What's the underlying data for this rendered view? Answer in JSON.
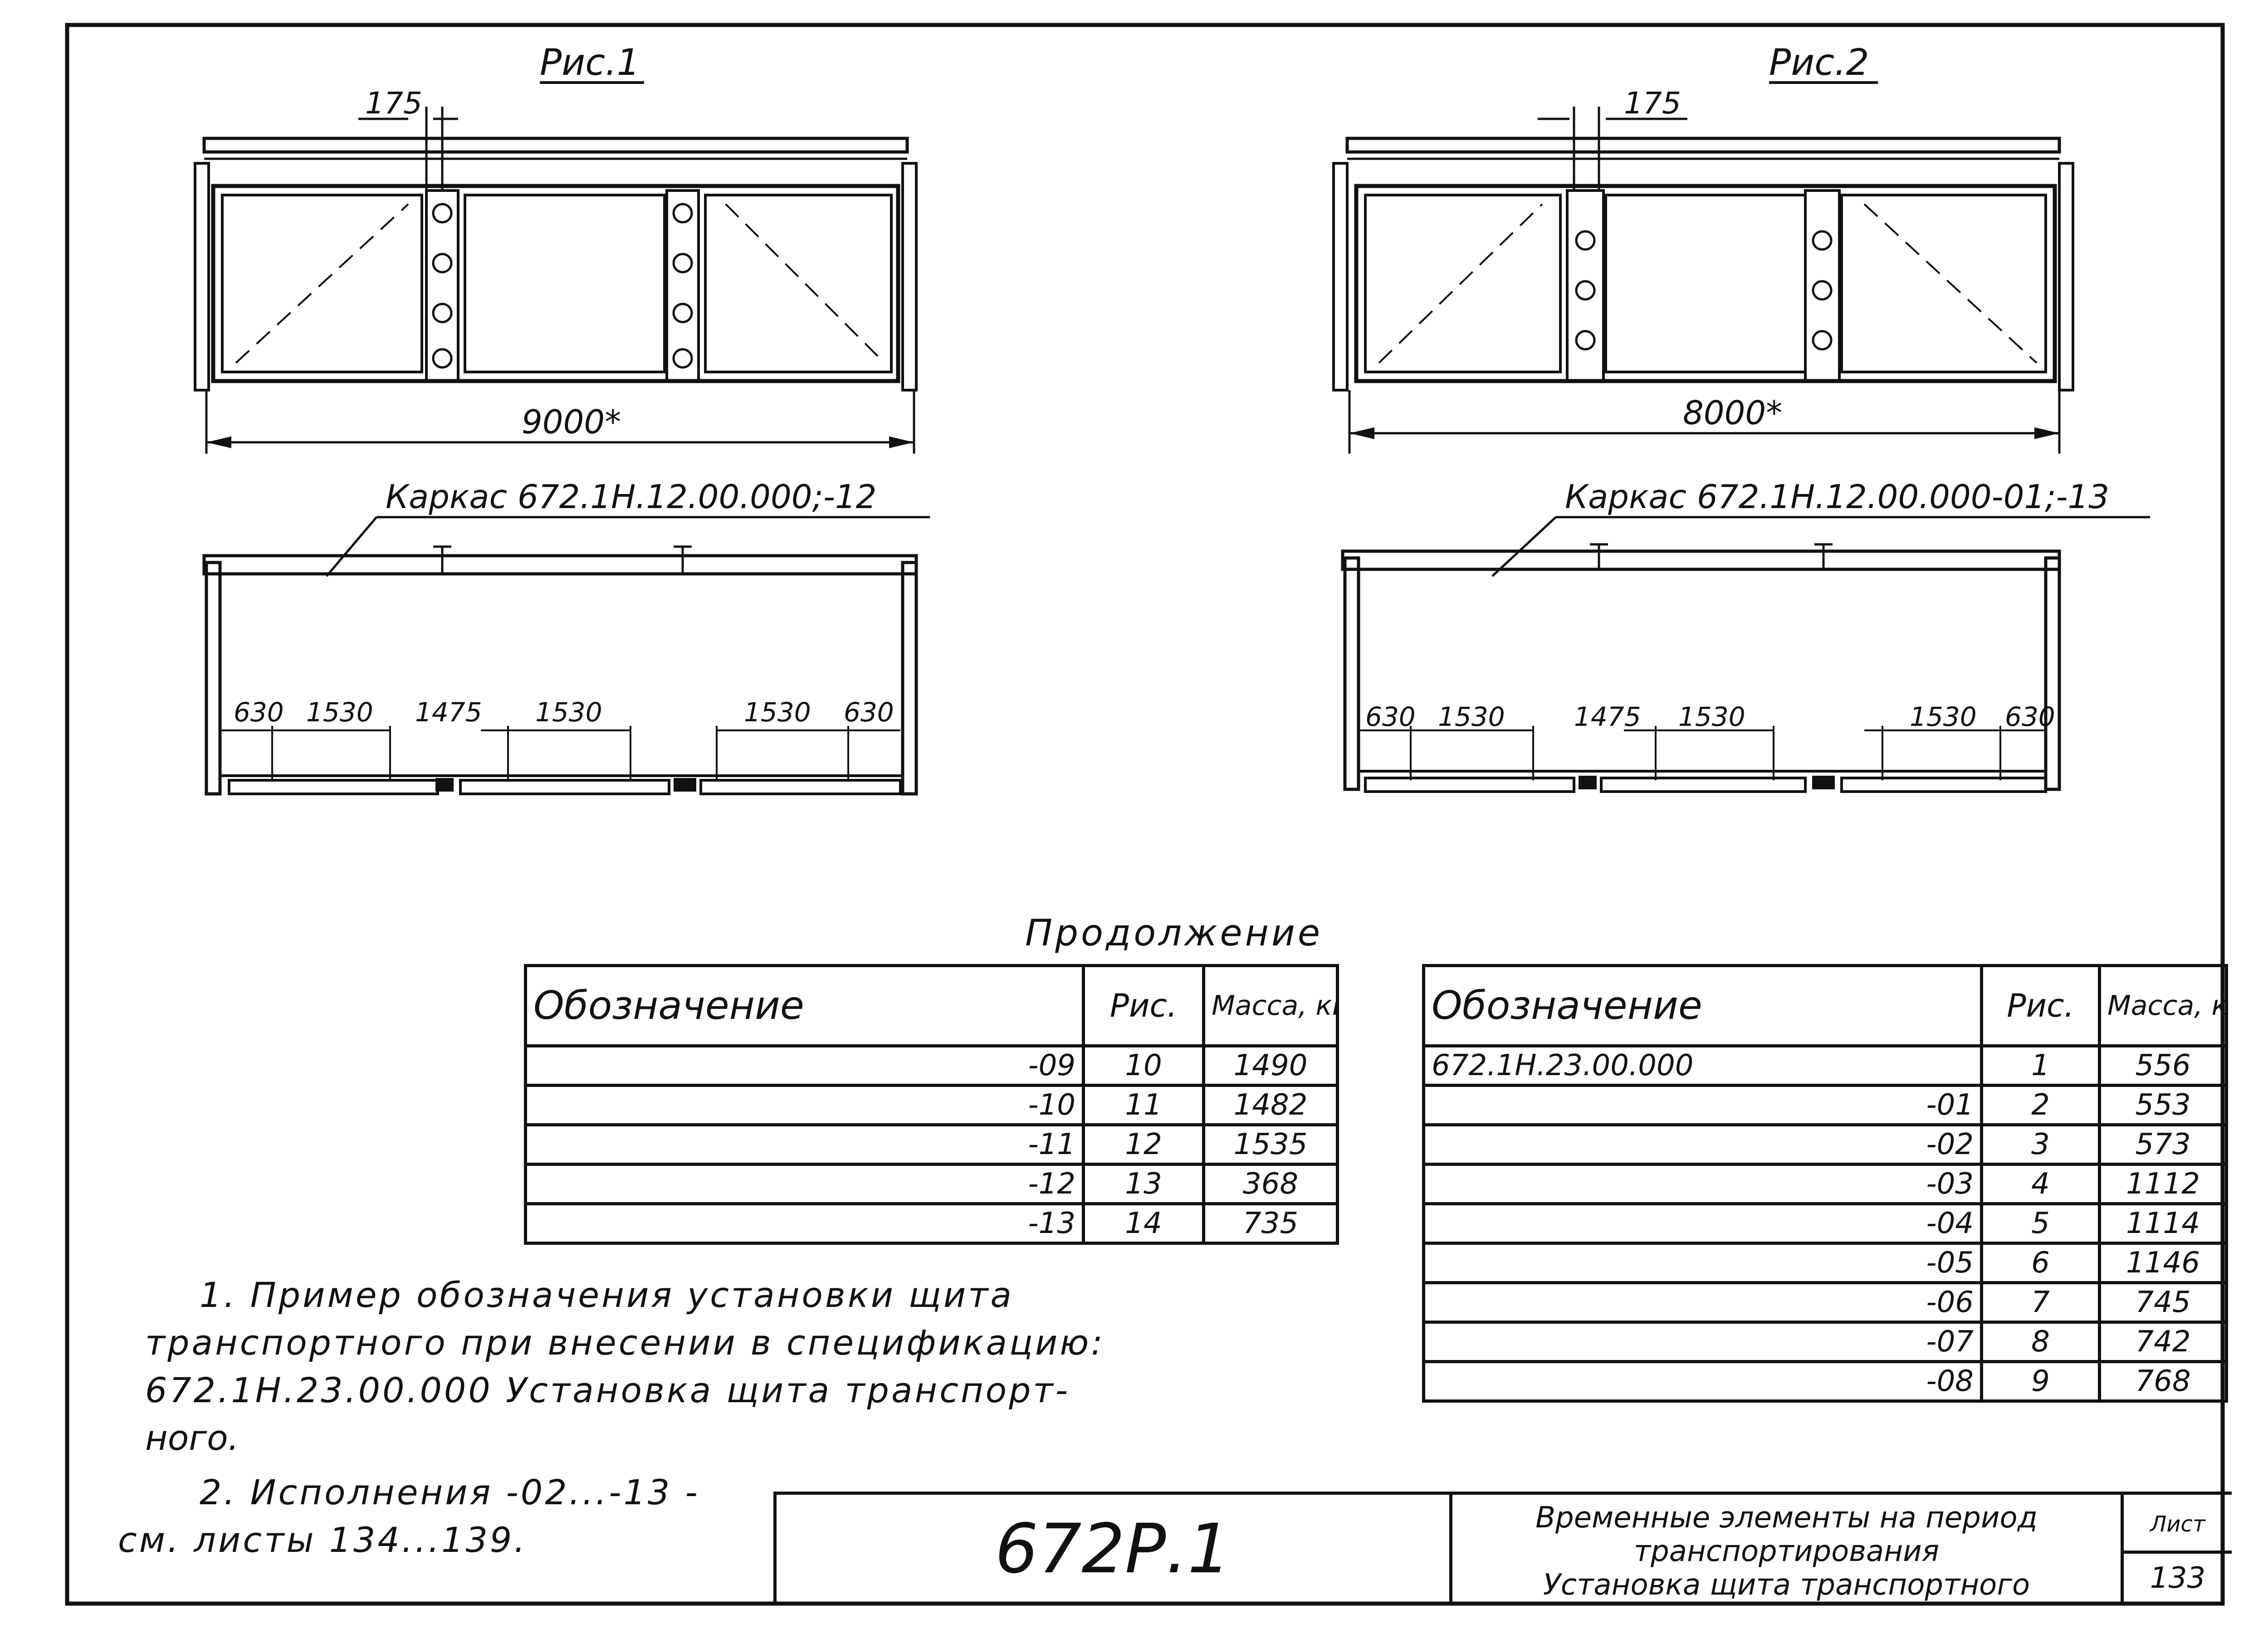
{
  "fig1": {
    "title": "Рис.1",
    "dim_top": "175",
    "dim_total": "9000*",
    "frame_label": "Каркас 672.1Н.12.00.000;-12",
    "dims_bottom": [
      "630",
      "1530",
      "1475",
      "1530",
      "1530",
      "630"
    ]
  },
  "fig2": {
    "title": "Рис.2",
    "dim_top": "175",
    "dim_total": "8000*",
    "frame_label": "Каркас 672.1Н.12.00.000-01;-13",
    "dims_bottom": [
      "630",
      "1530",
      "1475",
      "1530",
      "1530",
      "630"
    ]
  },
  "continuation_label": "Продолжение",
  "table_left": {
    "headers": [
      "Обозначение",
      "Рис.",
      "Масса, кг"
    ],
    "rows": [
      {
        "designation": "-09",
        "fig": "10",
        "mass": "1490"
      },
      {
        "designation": "-10",
        "fig": "11",
        "mass": "1482"
      },
      {
        "designation": "-11",
        "fig": "12",
        "mass": "1535"
      },
      {
        "designation": "-12",
        "fig": "13",
        "mass": "368"
      },
      {
        "designation": "-13",
        "fig": "14",
        "mass": "735"
      }
    ]
  },
  "table_right": {
    "headers": [
      "Обозначение",
      "Рис.",
      "Масса, кг"
    ],
    "rows": [
      {
        "designation": "672.1Н.23.00.000",
        "fig": "1",
        "mass": "556"
      },
      {
        "designation": "-01",
        "fig": "2",
        "mass": "553"
      },
      {
        "designation": "-02",
        "fig": "3",
        "mass": "573"
      },
      {
        "designation": "-03",
        "fig": "4",
        "mass": "1112"
      },
      {
        "designation": "-04",
        "fig": "5",
        "mass": "1114"
      },
      {
        "designation": "-05",
        "fig": "6",
        "mass": "1146"
      },
      {
        "designation": "-06",
        "fig": "7",
        "mass": "745"
      },
      {
        "designation": "-07",
        "fig": "8",
        "mass": "742"
      },
      {
        "designation": "-08",
        "fig": "9",
        "mass": "768"
      }
    ]
  },
  "notes": {
    "note1_line1": "1. Пример обозначения установки щита",
    "note1_line2": "транспортного при внесении в спецификацию:",
    "note1_line3": "672.1Н.23.00.000 Установка щита транспорт-",
    "note1_line4": "ного.",
    "note2_line1": "2. Исполнения -02...-13 -",
    "note2_line2": "см. листы 134...139."
  },
  "title_block": {
    "code": "672Р.1",
    "name_line1": "Временные элементы на период",
    "name_line2": "транспортирования",
    "name_line3": "Установка щита транспортного",
    "sheet_label": "Лист",
    "sheet_number": "133"
  }
}
